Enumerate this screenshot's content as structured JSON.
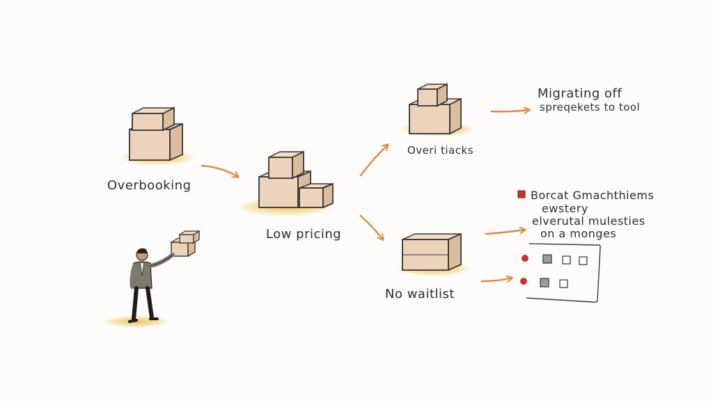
{
  "colors": {
    "arrow": "#e08a3c",
    "box_fill": "#ecd3bb",
    "box_shade": "#dcbc9f",
    "box_stroke": "#3a3230",
    "shadow": "#ecc35a",
    "ink": "#2e2e2e",
    "marker_red": "#c8322a",
    "square_gray": "#9a9a9a",
    "background": "#fdfcfa"
  },
  "nodes": {
    "overbooking": {
      "label": "Overbooking",
      "icon": "box-stack-icon"
    },
    "low_pricing": {
      "label": "Low pricing",
      "icon": "box-pile-icon"
    },
    "overtracks": {
      "label": "Overi tiacks",
      "icon": "box-stack-icon"
    },
    "no_waitlist": {
      "label": "No waitlist",
      "icon": "box-icon"
    }
  },
  "outcomes": {
    "top": {
      "line1": "Migrating off",
      "line2": "spreqekets to tool"
    },
    "bottom": {
      "line1": "Borcat Gmachthiems",
      "line2": "ewstery",
      "line3": "elverutal mulesties",
      "line4": "on a monges"
    }
  },
  "person": {
    "icon": "person-holding-boxes-icon"
  },
  "checklist": {
    "rows": [
      {
        "marker": "red-dot",
        "squares": [
          "filled",
          "empty",
          "empty"
        ]
      },
      {
        "marker": "red-dot",
        "squares": [
          "filled",
          "empty"
        ]
      }
    ]
  }
}
